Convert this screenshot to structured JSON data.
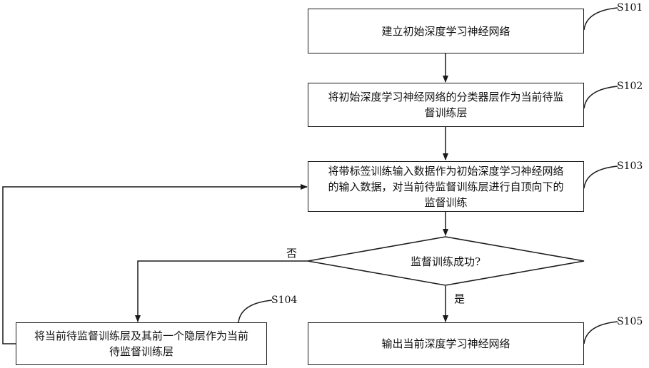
{
  "steps": {
    "s101": {
      "id": "S101",
      "text": "建立初始深度学习神经网络"
    },
    "s102": {
      "id": "S102",
      "text_line1": "将初始深度学习神经网络的分类器层作为当前待监",
      "text_line2": "督训练层"
    },
    "s103": {
      "id": "S103",
      "text_line1": "将带标签训练输入数据作为初始深度学习神经网络",
      "text_line2": "的输入数据，对当前待监督训练层进行自顶向下的",
      "text_line3": "监督训练"
    },
    "decision": {
      "text": "监督训练成功?"
    },
    "s104": {
      "id": "S104",
      "text_line1": "将当前待监督训练层及其前一个隐层作为当前",
      "text_line2": "待监督训练层"
    },
    "s105": {
      "id": "S105",
      "text": "输出当前深度学习神经网络"
    }
  },
  "branches": {
    "no": "否",
    "yes": "是"
  }
}
